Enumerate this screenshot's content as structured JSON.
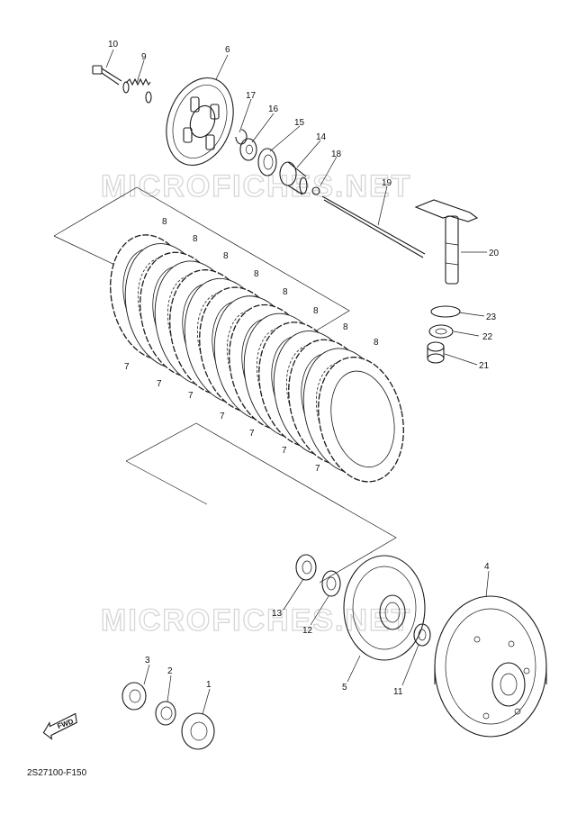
{
  "watermarks": [
    "MICROFICHES.NET",
    "MICROFICHES.NET"
  ],
  "diagram_code": "2S27100-F150",
  "fwd_label": "FWD",
  "callouts": [
    {
      "id": "c10",
      "label": "10"
    },
    {
      "id": "c9",
      "label": "9"
    },
    {
      "id": "c6",
      "label": "6"
    },
    {
      "id": "c17",
      "label": "17"
    },
    {
      "id": "c16",
      "label": "16"
    },
    {
      "id": "c15",
      "label": "15"
    },
    {
      "id": "c14",
      "label": "14"
    },
    {
      "id": "c18",
      "label": "18"
    },
    {
      "id": "c19",
      "label": "19"
    },
    {
      "id": "c20",
      "label": "20"
    },
    {
      "id": "c23",
      "label": "23"
    },
    {
      "id": "c22",
      "label": "22"
    },
    {
      "id": "c21",
      "label": "21"
    },
    {
      "id": "c8a",
      "label": "8"
    },
    {
      "id": "c8b",
      "label": "8"
    },
    {
      "id": "c8c",
      "label": "8"
    },
    {
      "id": "c8d",
      "label": "8"
    },
    {
      "id": "c8e",
      "label": "8"
    },
    {
      "id": "c8f",
      "label": "8"
    },
    {
      "id": "c8g",
      "label": "8"
    },
    {
      "id": "c8h",
      "label": "8"
    },
    {
      "id": "c7a",
      "label": "7"
    },
    {
      "id": "c7b",
      "label": "7"
    },
    {
      "id": "c7c",
      "label": "7"
    },
    {
      "id": "c7d",
      "label": "7"
    },
    {
      "id": "c7e",
      "label": "7"
    },
    {
      "id": "c7f",
      "label": "7"
    },
    {
      "id": "c7g",
      "label": "7"
    },
    {
      "id": "c13",
      "label": "13"
    },
    {
      "id": "c12",
      "label": "12"
    },
    {
      "id": "c4",
      "label": "4"
    },
    {
      "id": "c5",
      "label": "5"
    },
    {
      "id": "c11",
      "label": "11"
    },
    {
      "id": "c3",
      "label": "3"
    },
    {
      "id": "c2",
      "label": "2"
    },
    {
      "id": "c1",
      "label": "1"
    }
  ]
}
